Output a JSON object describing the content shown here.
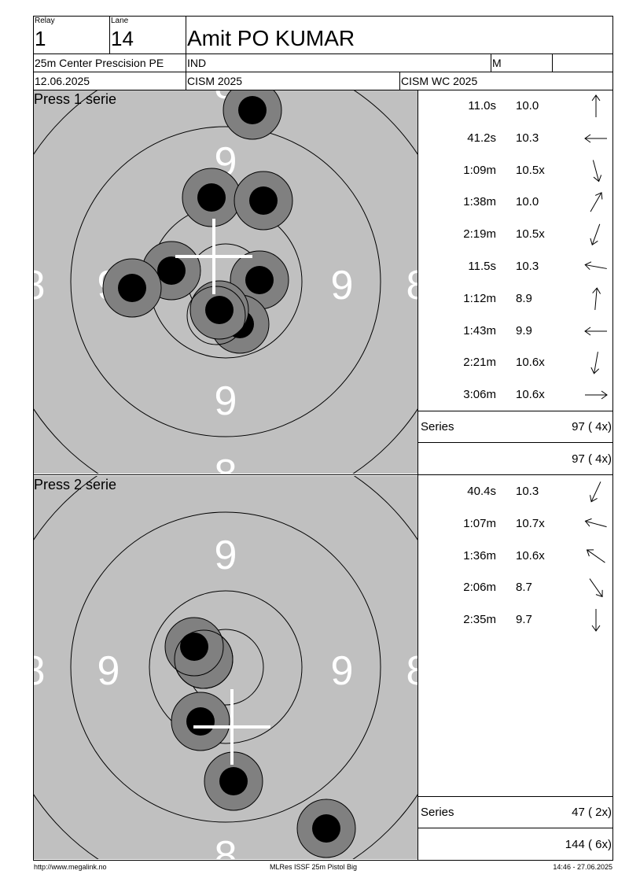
{
  "header": {
    "relay_label": "Relay",
    "relay": "1",
    "lane_label": "Lane",
    "lane": "14",
    "name": "Amit PO KUMAR",
    "event": "25m Center Prescision PE",
    "nation": "IND",
    "gender": "M",
    "date": "12.06.2025",
    "competition": "CISM 2025",
    "match": "CISM WC 2025"
  },
  "series": [
    {
      "title": "Press 1 serie",
      "shots": [
        {
          "time": "11.0s",
          "score": "10.0",
          "arrow_deg": -90
        },
        {
          "time": "41.2s",
          "score": "10.3",
          "arrow_deg": 180
        },
        {
          "time": "1:09m",
          "score": "10.5x",
          "arrow_deg": 75
        },
        {
          "time": "1:38m",
          "score": "10.0",
          "arrow_deg": -60
        },
        {
          "time": "2:19m",
          "score": "10.5x",
          "arrow_deg": 110
        },
        {
          "time": "11.5s",
          "score": "10.3",
          "arrow_deg": 190
        },
        {
          "time": "1:12m",
          "score": "8.9",
          "arrow_deg": -85
        },
        {
          "time": "1:43m",
          "score": "9.9",
          "arrow_deg": 180
        },
        {
          "time": "2:21m",
          "score": "10.6x",
          "arrow_deg": 100
        },
        {
          "time": "3:06m",
          "score": "10.6x",
          "arrow_deg": 0
        }
      ],
      "series_label": "Series",
      "series_total": "97 ( 4x)",
      "running_total": "97 ( 4x)"
    },
    {
      "title": "Press 2 serie",
      "shots": [
        {
          "time": "40.4s",
          "score": "10.3",
          "arrow_deg": 115
        },
        {
          "time": "1:07m",
          "score": "10.7x",
          "arrow_deg": 195
        },
        {
          "time": "1:36m",
          "score": "10.6x",
          "arrow_deg": 215
        },
        {
          "time": "2:06m",
          "score": "8.7",
          "arrow_deg": 55
        },
        {
          "time": "2:35m",
          "score": "9.7",
          "arrow_deg": 90
        }
      ],
      "series_label": "Series",
      "series_total": "47 ( 2x)",
      "running_total": "144 ( 6x)"
    }
  ],
  "footer": {
    "left": "http://www.megalink.no",
    "center": "MLRes ISSF 25m Pistol Big",
    "right": "14:46 - 27.06.2025"
  },
  "target": {
    "ring_labels_9": "9",
    "ring_labels_8": "8",
    "target_color": "#c0c0c0",
    "shot_outer_color": "#808080",
    "shot_inner_color": "#000000",
    "center_mark_color": "#ffffff"
  }
}
